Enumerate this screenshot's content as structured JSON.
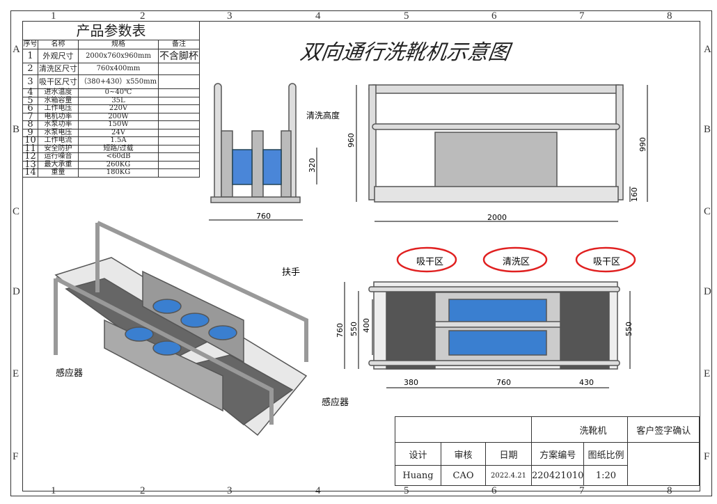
{
  "title": "双向通行洗靴机示意图",
  "grid": {
    "columns": [
      "1",
      "2",
      "3",
      "4",
      "5",
      "6",
      "7",
      "8"
    ],
    "rows": [
      "A",
      "B",
      "C",
      "D",
      "E",
      "F"
    ]
  },
  "param_table": {
    "title": "产品参数表",
    "headers": [
      "序号",
      "名称",
      "规格",
      "备注"
    ],
    "rows": [
      [
        "1",
        "外观尺寸",
        "2000x760x960mm",
        "不含脚杯"
      ],
      [
        "2",
        "清洗区尺寸",
        "760x400mm",
        ""
      ],
      [
        "3",
        "吸干区尺寸",
        "（380+430）x550mm",
        ""
      ],
      [
        "4",
        "进水温度",
        "0~40℃",
        ""
      ],
      [
        "5",
        "水箱容量",
        "35L",
        ""
      ],
      [
        "6",
        "工作电压",
        "220V",
        ""
      ],
      [
        "7",
        "电机功率",
        "200W",
        ""
      ],
      [
        "8",
        "水泵功率",
        "150W",
        ""
      ],
      [
        "9",
        "水泵电压",
        "24V",
        ""
      ],
      [
        "10",
        "工作电流",
        "1.5A",
        ""
      ],
      [
        "11",
        "安全防护",
        "短路/过载",
        ""
      ],
      [
        "12",
        "运行噪音",
        "<60dB",
        ""
      ],
      [
        "13",
        "最大承重",
        "260KG",
        ""
      ],
      [
        "14",
        "重量",
        "180KG",
        ""
      ]
    ]
  },
  "labels": {
    "wash_height": "清洗高度",
    "h320": "320",
    "w760": "760",
    "h960": "960",
    "h990": "990",
    "h160": "160",
    "w2000": "2000",
    "dry_left": "吸干区",
    "wash": "清洗区",
    "dry_right": "吸干区",
    "p760": "760",
    "p550a": "550",
    "p400": "400",
    "p550b": "550",
    "p380": "380",
    "p760b": "760",
    "p430": "430",
    "handrail": "扶手",
    "sensor1": "感应器",
    "sensor2": "感应器"
  },
  "title_block": {
    "product": "洗靴机",
    "customer": "客户签字确认",
    "headers": [
      "设计",
      "审核",
      "日期",
      "方案编号",
      "图纸比例"
    ],
    "values": [
      "Huang",
      "CAO",
      "2022.4.21",
      "220421010",
      "1:20"
    ]
  },
  "colors": {
    "highlight": "#e02020",
    "water": "#3a7fd0"
  }
}
